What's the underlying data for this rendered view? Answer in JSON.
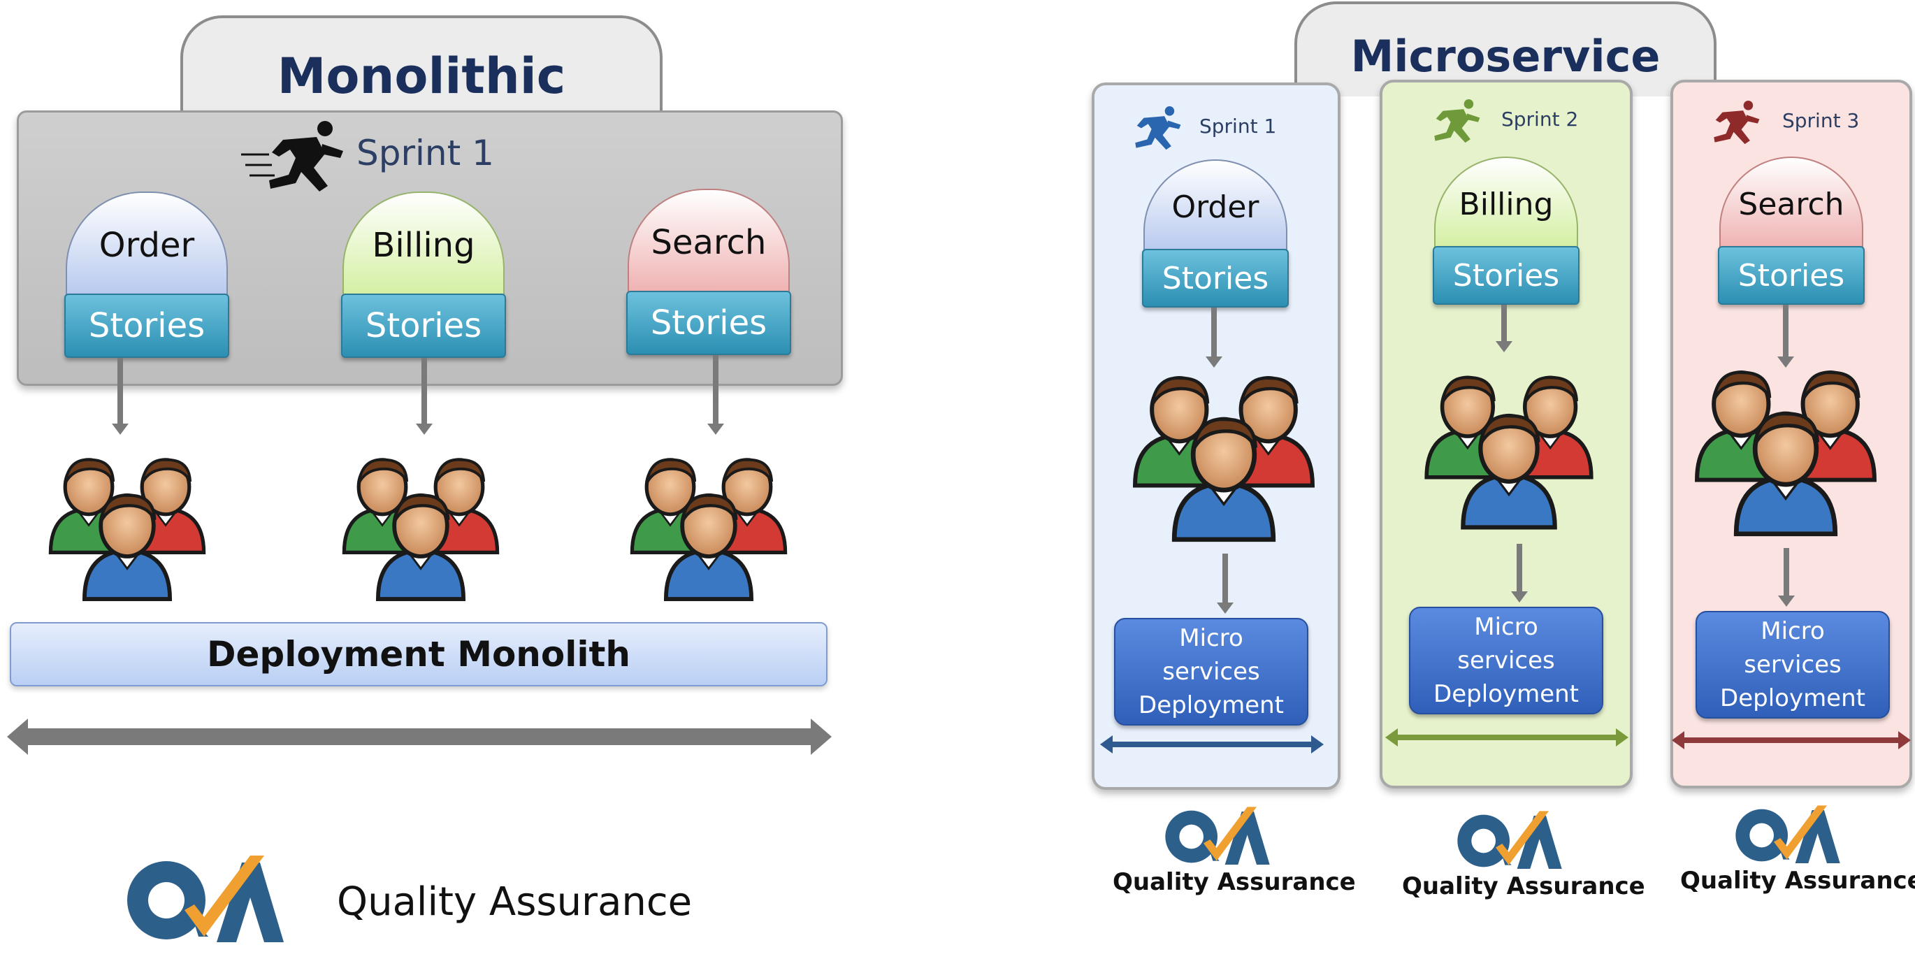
{
  "monolithic": {
    "title": "Monolithic",
    "sprint_label": "Sprint 1",
    "modules": [
      {
        "name": "Order",
        "stories": "Stories",
        "color": "#b6c8ee"
      },
      {
        "name": "Billing",
        "stories": "Stories",
        "color": "#d3efa0"
      },
      {
        "name": "Search",
        "stories": "Stories",
        "color": "#efb0b0"
      }
    ],
    "deployment": "Deployment Monolith",
    "qa_label": "Quality Assurance"
  },
  "microservice": {
    "title": "Microservice",
    "columns": [
      {
        "sprint": "Sprint 1",
        "module": "Order",
        "stories": "Stories",
        "deploy_line1": "Micro",
        "deploy_line2": "services",
        "deploy_line3": "Deployment",
        "qa_label": "Quality Assurance",
        "color": "#2f5a8f"
      },
      {
        "sprint": "Sprint 2",
        "module": "Billing",
        "stories": "Stories",
        "deploy_line1": "Micro",
        "deploy_line2": "services",
        "deploy_line3": "Deployment",
        "qa_label": "Quality Assurance",
        "color": "#7a9a3c"
      },
      {
        "sprint": "Sprint 3",
        "module": "Search",
        "stories": "Stories",
        "deploy_line1": "Micro",
        "deploy_line2": "services",
        "deploy_line3": "Deployment",
        "qa_label": "Quality Assurance",
        "color": "#8e3a3a"
      }
    ]
  },
  "icons": {
    "runner": "runner-icon",
    "team": "team-icon",
    "qa_logo": "qa-logo",
    "double_arrow": "double-arrow-icon"
  }
}
